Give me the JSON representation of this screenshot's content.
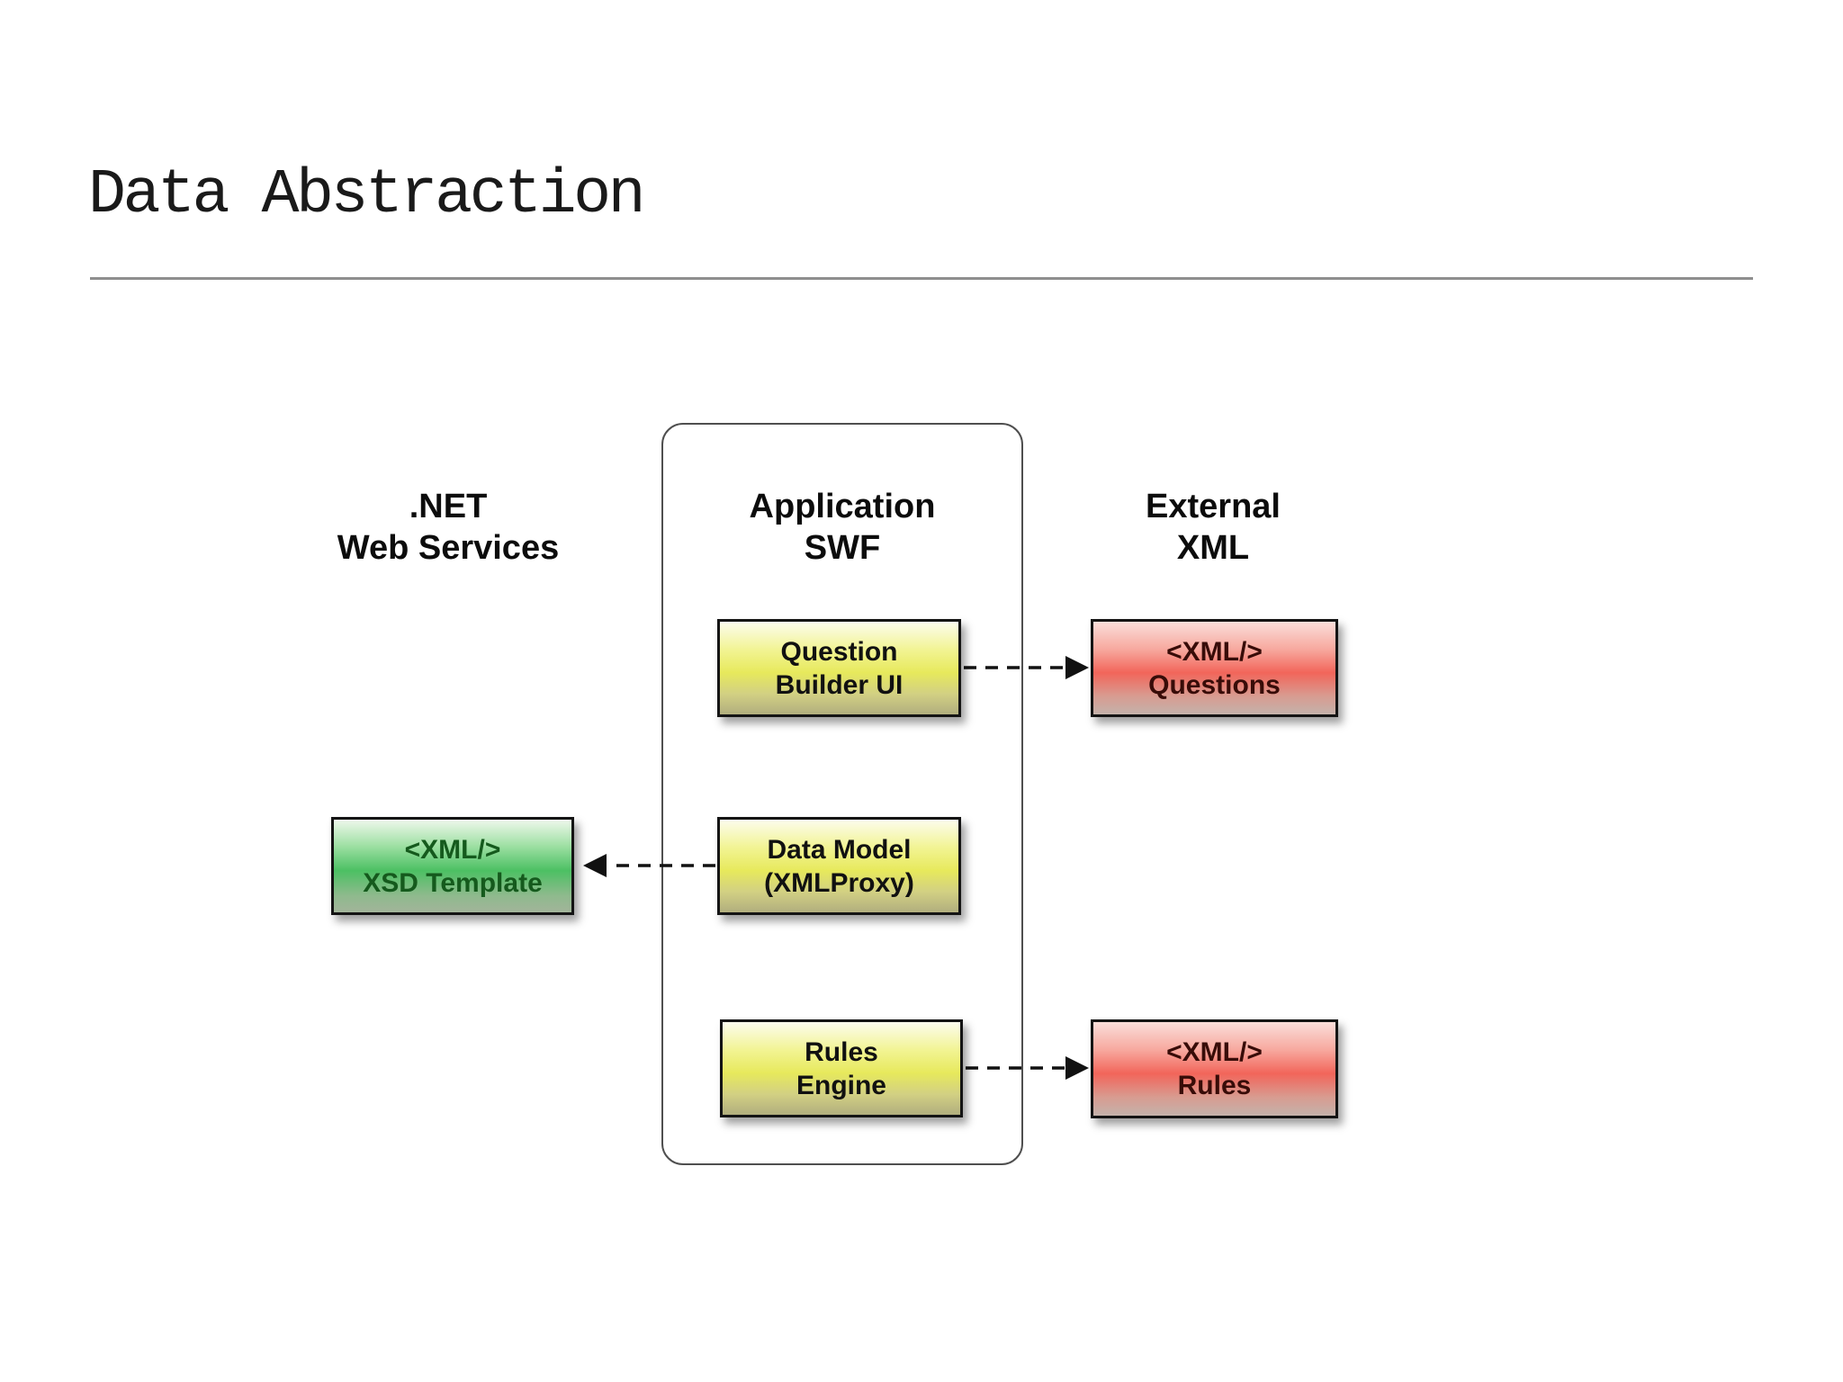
{
  "slide": {
    "title": "Data Abstraction"
  },
  "columns": [
    {
      "id": "net-web-services",
      "line1": ".NET",
      "line2": "Web Services"
    },
    {
      "id": "application-swf",
      "line1": "Application",
      "line2": "SWF"
    },
    {
      "id": "external-xml",
      "line1": "External",
      "line2": "XML"
    }
  ],
  "nodes": [
    {
      "id": "question-builder-ui",
      "line1": "Question",
      "line2": "Builder UI",
      "style": "yellow",
      "column": "application-swf"
    },
    {
      "id": "xml-questions",
      "line1": "<XML/>",
      "line2": "Questions",
      "style": "red",
      "column": "external-xml"
    },
    {
      "id": "xsd-template",
      "line1": "<XML/>",
      "line2": "XSD Template",
      "style": "green",
      "column": "net-web-services"
    },
    {
      "id": "data-model-xmlproxy",
      "line1": "Data Model",
      "line2": "(XMLProxy)",
      "style": "yellow",
      "column": "application-swf"
    },
    {
      "id": "rules-engine",
      "line1": "Rules",
      "line2": "Engine",
      "style": "yellow",
      "column": "application-swf"
    },
    {
      "id": "xml-rules",
      "line1": "<XML/>",
      "line2": "Rules",
      "style": "red",
      "column": "external-xml"
    }
  ],
  "connections": [
    {
      "from": "question-builder-ui",
      "to": "xml-questions",
      "line": "dashed",
      "arrow_direction": "right"
    },
    {
      "from": "data-model-xmlproxy",
      "to": "xsd-template",
      "line": "dashed",
      "arrow_direction": "left"
    },
    {
      "from": "rules-engine",
      "to": "xml-rules",
      "line": "dashed",
      "arrow_direction": "right"
    }
  ],
  "colors": {
    "background": "#ffffff",
    "title_text": "#1a1a1a",
    "divider": "#8f8f8f",
    "container_border": "#4f4f4f",
    "node_border": "#141414",
    "yellow_node_mid": "#e7e95c",
    "red_node_mid": "#f2655a",
    "green_node_mid": "#4cc063",
    "red_node_text": "#380c08",
    "green_node_text": "#155a1d",
    "arrow": "#111111"
  }
}
